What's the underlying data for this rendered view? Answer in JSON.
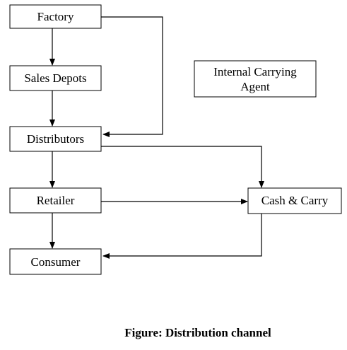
{
  "diagram": {
    "nodes": {
      "factory": "Factory",
      "sales_depots": "Sales Depots",
      "distributors": "Distributors",
      "retailer": "Retailer",
      "consumer": "Consumer",
      "cash_carry": "Cash & Carry",
      "internal_agent_line1": "Internal Carrying",
      "internal_agent_line2": "Agent"
    }
  },
  "caption": "Figure: Distribution channel"
}
